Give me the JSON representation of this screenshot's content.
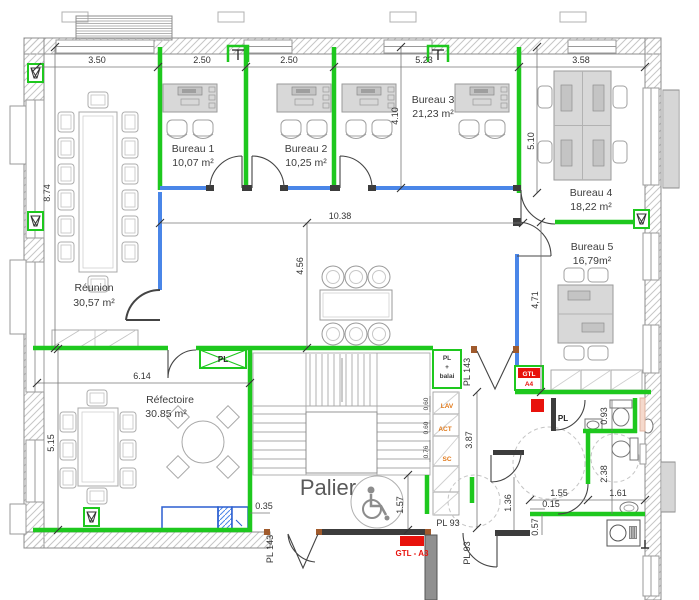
{
  "rooms": [
    {
      "name": "Bureau 1",
      "area": "10,07 m²"
    },
    {
      "name": "Bureau 2",
      "area": "10,25 m²"
    },
    {
      "name": "Bureau 3",
      "area": "21,23 m²"
    },
    {
      "name": "Bureau 4",
      "area": "18,22 m²"
    },
    {
      "name": "Bureau 5",
      "area": "16,79m²"
    },
    {
      "name": "Réunion",
      "area": "30,57 m²"
    },
    {
      "name": "Réfectoire",
      "area": "30.85 m²"
    },
    {
      "name": "Palier",
      "area": ""
    }
  ],
  "dims": {
    "top": [
      "3.50",
      "2.50",
      "2.50",
      "5.23",
      "3.58"
    ],
    "left_height": "8.74",
    "bureau3_depth": "4.10",
    "bureau4_depth": "5.10",
    "bureau5_height": "4,71",
    "corridor_width": "10.38",
    "corridor_height": "4.56",
    "refectoire_width": "6.14",
    "refectoire_height": "5.15",
    "kitchen_offset": "0.35",
    "palier_clear": "1.57",
    "wc_corridor_height": "3.87",
    "wc1_width": "0.93",
    "wc2_height": "2.38",
    "wc_bottom": [
      "1.55",
      "1.61",
      "0.15",
      "1.36",
      "0.57"
    ],
    "shelf": [
      "0.60",
      "0.60",
      "0.76"
    ]
  },
  "door_labels": {
    "pl143_a": "PL 143",
    "pl143_b": "PL 143",
    "pl93_a": "PL 93",
    "pl93_b": "PL 93"
  },
  "closets": {
    "pl": "PL",
    "pl_balai_line1": "PL",
    "pl_balai_line2": "+",
    "pl_balai_line3": "balai",
    "pl_wc": "PL"
  },
  "technical": {
    "gtl_a3": "GTL - A3",
    "gtl": "GTL",
    "a4": "A4",
    "shelf_codes": [
      "LAV",
      "ACT",
      "SC"
    ]
  },
  "colors": {
    "new_partition_green": "#1ec81e",
    "glazed_partition_blue": "#4a86e8",
    "alert_red": "#e8120c",
    "annotation_orange": "#e07818"
  }
}
